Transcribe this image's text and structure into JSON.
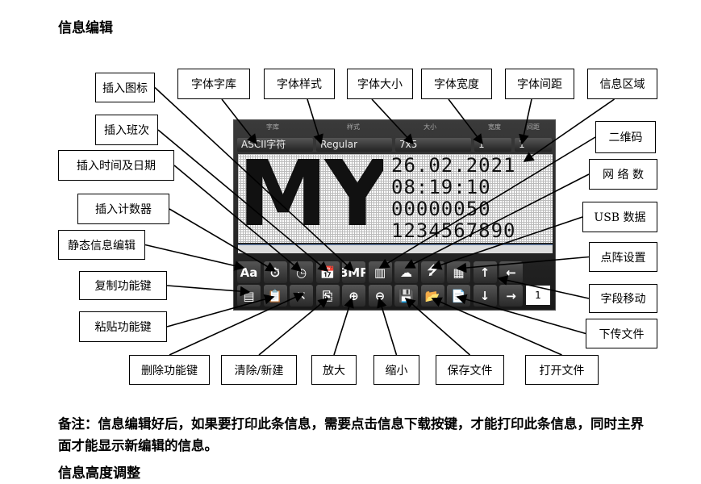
{
  "heading": "信息编辑",
  "screen": {
    "headers": [
      "字库",
      "样式",
      "大小",
      "宽度",
      "间距"
    ],
    "dropdowns": [
      "ASCII字符",
      "Regular",
      "7x5",
      "1",
      "1"
    ],
    "big_text": "MY",
    "lines": [
      "26.02.2021",
      "08:19:10",
      "00000050",
      "1234567890"
    ],
    "field_value": "1",
    "toolbar_row1": [
      "Aa",
      "⏱",
      "◷",
      "📅",
      "BMP",
      "▥",
      "☁",
      "⭍",
      "▦",
      "↑",
      "←"
    ],
    "toolbar_row2": [
      "▤",
      "📋",
      "✕",
      "⎘",
      "⊕",
      "⊖",
      "💾",
      "📂",
      "📄",
      "↓",
      "→"
    ]
  },
  "labels": {
    "insert_icon": "插入图标",
    "font_lib": "字体字库",
    "font_style": "字体样式",
    "font_size": "字体大小",
    "font_width": "字体宽度",
    "font_spacing": "字体间距",
    "info_area": "信息区域",
    "insert_shift": "插入班次",
    "qrcode": "二维码",
    "insert_datetime": "插入时间及日期",
    "network": "网 络 数",
    "insert_counter": "插入计数器",
    "usb": "USB 数据",
    "static_edit": "静态信息编辑",
    "dot_setting": "点阵设置",
    "copy": "复制功能键",
    "field_move": "字段移动",
    "paste": "粘贴功能键",
    "download": "下传文件",
    "delete": "删除功能键",
    "clear_new": "清除/新建",
    "zoom_in": "放大",
    "zoom_out": "缩小",
    "save": "保存文件",
    "open": "打开文件"
  },
  "note": "备注：信息编辑好后，如果要打印此条信息，需要点击信息下载按键，才能打印此条信息，同时主界面才能显示新编辑的信息。",
  "heading2": "信息高度调整"
}
